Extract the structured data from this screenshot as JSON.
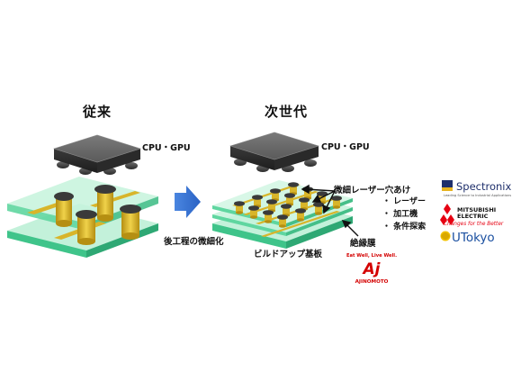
{
  "headings": {
    "conventional": "従来",
    "next_gen": "次世代"
  },
  "labels": {
    "chip_left": "CPU・GPU",
    "chip_right": "CPU・GPU",
    "backend_miniaturization": "後工程の微細化",
    "buildup_substrate": "ビルドアップ基板",
    "laser_holes": "微細レーザー穴あけ",
    "insulation_film": "絶縁膜"
  },
  "bullets": [
    "・ レーザー",
    "・ 加工機",
    "・ 条件探索"
  ],
  "logos": {
    "spectronix": {
      "name": "Spectronix",
      "tagline": "Leading Science to Industrial Applications"
    },
    "mitsubishi": {
      "line1": "MITSUBISHI",
      "line2": "ELECTRIC",
      "tagline": "Changes for the Better"
    },
    "utokyo": {
      "name": "UTokyo"
    },
    "ajinomoto": {
      "tagline": "Eat Well, Live Well.",
      "name": "AJINOMOTO"
    }
  },
  "colors": {
    "board_green": "#5fd6a0",
    "copper": "#d8b52a",
    "chip_dark": "#4a4a4a",
    "arrow_blue": "#2f6fd0",
    "mitsubishi_red": "#e60012",
    "ajinomoto_red": "#d40000",
    "spectronix_navy": "#1e2f6b",
    "utokyo_blue": "#1a4fa0"
  }
}
